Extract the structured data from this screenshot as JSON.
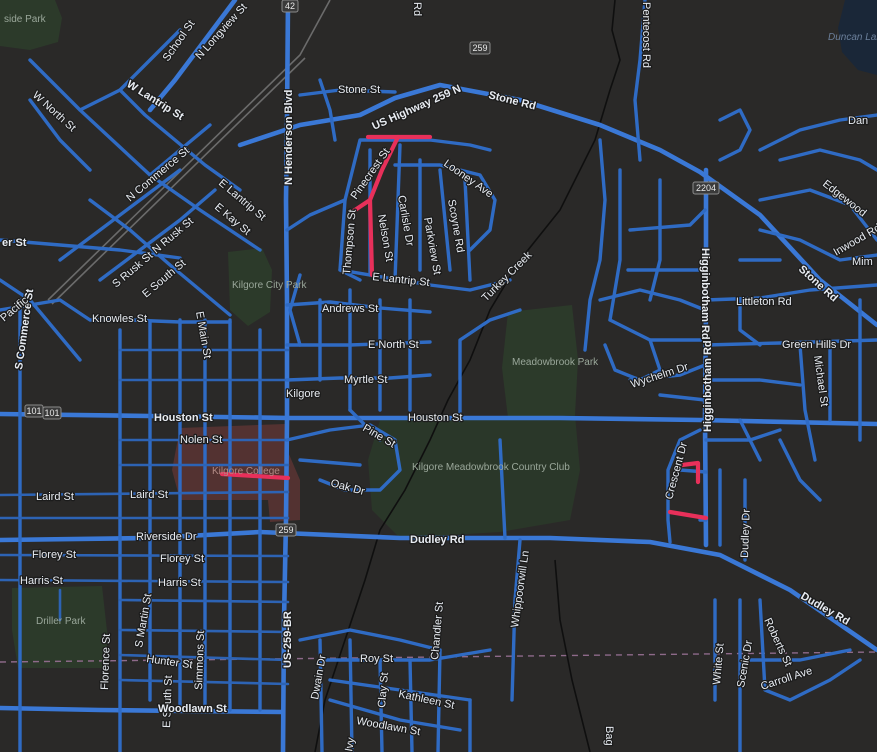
{
  "map": {
    "colors": {
      "background": "#2a2928",
      "road": "#2f6bc4",
      "highlight": "#e8305a",
      "park": "#2c3a2a",
      "college": "#5a3432",
      "water": "#1a2738"
    },
    "parks": [
      {
        "id": "riverside-park",
        "label": "side Park"
      },
      {
        "id": "kilgore-city-park",
        "label": "Kilgore City Park"
      },
      {
        "id": "meadowbrook-park",
        "label": "Meadowbrook Park"
      },
      {
        "id": "kilgore-meadowbrook-country-club",
        "label": "Kilgore Meadowbrook Country Club"
      },
      {
        "id": "driller-park",
        "label": "Driller Park"
      }
    ],
    "college": {
      "label": "Kilgore College"
    },
    "water": {
      "label": "Duncan Lake"
    },
    "place": {
      "label": "Kilgore"
    },
    "shields": [
      "42",
      "259",
      "2204",
      "101",
      "101",
      "259"
    ],
    "streets": [
      "School St",
      "N Longview St",
      "W Lantrip St",
      "W North St",
      "N Commerce St",
      "E Lantrip St",
      "N Rusk St",
      "E Kay St",
      "S Rusk St",
      "E South St",
      "Knowles St",
      "S Commerce St",
      "E Main St",
      "N Henderson Blvd",
      "Stone St",
      "US Highway 259 N",
      "Stone Rd",
      "Pentecost Rd",
      "Thompson St",
      "Pinecrest St",
      "Nelson St",
      "Carlisle Dr",
      "Looney Ave",
      "Scoyne Rd",
      "Parkview St",
      "E Lantrip St",
      "Andrews St",
      "E North St",
      "Myrtle St",
      "Houston St",
      "Houston St",
      "Nolen St",
      "Pine St",
      "Oak Dr",
      "Laird St",
      "Laird St",
      "Riverside Dr",
      "Florey St",
      "Florey St",
      "Harris St",
      "Harris St",
      "S Martin St",
      "US-259-BR",
      "Dudley Rd",
      "Dudley Rd",
      "Turkey Creek",
      "Wychelm Dr",
      "Higginbotham Rd",
      "Higginbotham Rd",
      "Crescent Dr",
      "Dudley Dr",
      "Littleton Rd",
      "Green Hills Dr",
      "Michael St",
      "Stone Rd",
      "Inwood Rd",
      "Edgewood",
      "Dan",
      "Mim",
      "Hunter St",
      "Florence St",
      "Simmons St",
      "E South St",
      "Dwain Dr",
      "Roy St",
      "Clay St",
      "Chandler St",
      "Whippoorwill Ln",
      "Kathleen St",
      "Woodlawn St",
      "Woodlawn St",
      "Ivy",
      "White St",
      "Scenic Dr",
      "Roberts St",
      "Carroll Ave",
      "er St",
      "Pacific",
      "Rd",
      "Bag"
    ]
  }
}
